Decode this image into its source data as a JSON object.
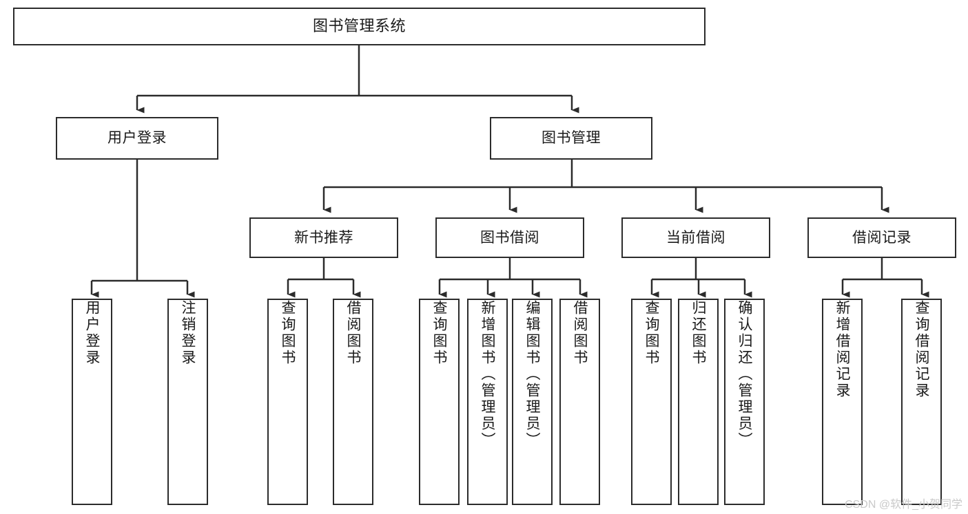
{
  "diagram": {
    "title": "图书管理系统",
    "type": "tree-hierarchy",
    "orientation": "top-down",
    "colors": {
      "box_border": "#2b2b2b",
      "box_fill": "#ffffff",
      "connector": "#2b2b2b",
      "text": "#1a1a1a",
      "watermark": "#c9c9c9",
      "background": "#ffffff"
    },
    "levels": {
      "level1": [
        {
          "id": "root",
          "label": "图书管理系统",
          "orient": "horizontal"
        }
      ],
      "level2": [
        {
          "id": "user-login",
          "label": "用户登录",
          "orient": "horizontal"
        },
        {
          "id": "book-manage",
          "label": "图书管理",
          "orient": "horizontal"
        }
      ],
      "level3": [
        {
          "id": "new-book-rec",
          "label": "新书推荐",
          "orient": "horizontal"
        },
        {
          "id": "book-borrow",
          "label": "图书借阅",
          "orient": "horizontal"
        },
        {
          "id": "current-borrow",
          "label": "当前借阅",
          "orient": "horizontal"
        },
        {
          "id": "borrow-record",
          "label": "借阅记录",
          "orient": "horizontal"
        }
      ],
      "level4": [
        {
          "id": "leaf-user-login",
          "label": "用户登录",
          "orient": "vertical",
          "parent": "user-login"
        },
        {
          "id": "leaf-user-logout",
          "label": "注销登录",
          "orient": "vertical",
          "parent": "user-login"
        },
        {
          "id": "leaf-query-book-1",
          "label": "查询图书",
          "orient": "vertical",
          "parent": "new-book-rec"
        },
        {
          "id": "leaf-borrow-book-1",
          "label": "借阅图书",
          "orient": "vertical",
          "parent": "new-book-rec"
        },
        {
          "id": "leaf-query-book-2",
          "label": "查询图书",
          "orient": "vertical",
          "parent": "book-borrow"
        },
        {
          "id": "leaf-add-book",
          "label": "新增图书（管理员）",
          "orient": "vertical",
          "parent": "book-borrow"
        },
        {
          "id": "leaf-edit-book",
          "label": "编辑图书（管理员）",
          "orient": "vertical",
          "parent": "book-borrow"
        },
        {
          "id": "leaf-borrow-book-2",
          "label": "借阅图书",
          "orient": "vertical",
          "parent": "book-borrow"
        },
        {
          "id": "leaf-query-book-3",
          "label": "查询图书",
          "orient": "vertical",
          "parent": "current-borrow"
        },
        {
          "id": "leaf-return-book",
          "label": "归还图书",
          "orient": "vertical",
          "parent": "current-borrow"
        },
        {
          "id": "leaf-confirm-return",
          "label": "确认归还（管理员）",
          "orient": "vertical",
          "parent": "current-borrow"
        },
        {
          "id": "leaf-add-record",
          "label": "新增借阅记录",
          "orient": "vertical",
          "parent": "borrow-record"
        },
        {
          "id": "leaf-query-record",
          "label": "查询借阅记录",
          "orient": "vertical",
          "parent": "borrow-record"
        }
      ]
    },
    "watermark": "CSDN @软件_小贺同学"
  }
}
